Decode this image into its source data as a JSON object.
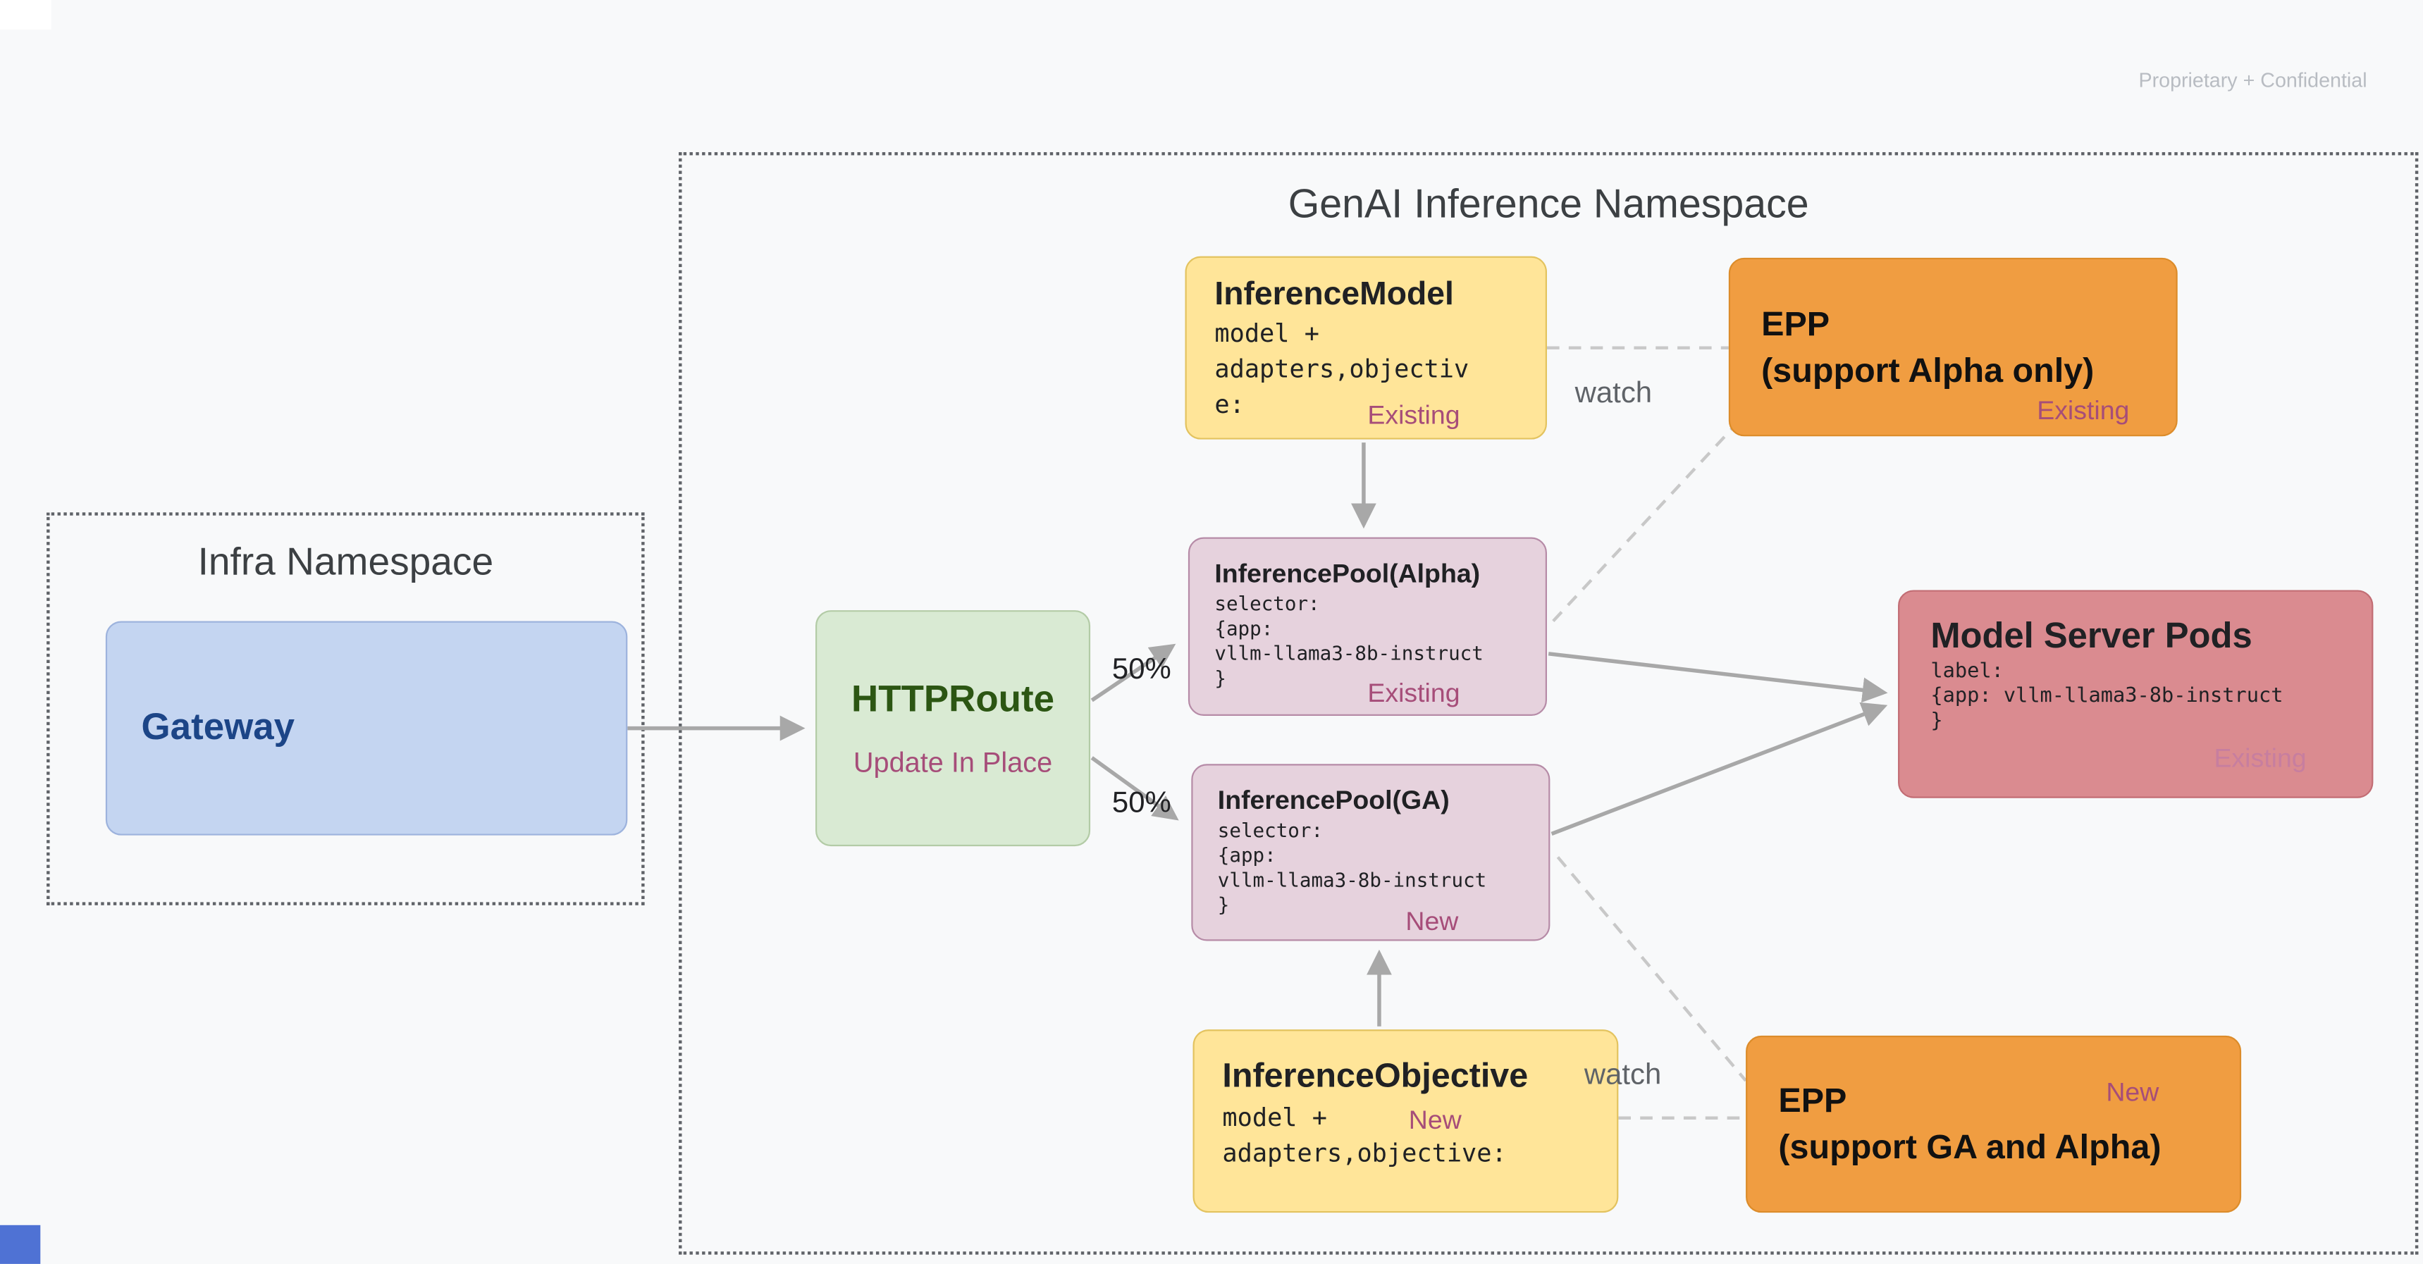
{
  "page": {
    "watermark": "Proprietary + Confidential"
  },
  "namespaces": {
    "infra": {
      "title": "Infra Namespace"
    },
    "genai": {
      "title": "GenAI Inference Namespace"
    }
  },
  "nodes": {
    "gateway": {
      "title": "Gateway"
    },
    "httproute": {
      "title": "HTTPRoute",
      "subtitle": "Update In Place"
    },
    "inference_model": {
      "title": "InferenceModel",
      "code": "model +\nadapters,objectiv\ne:",
      "badge": "Existing"
    },
    "epp_alpha": {
      "title": "EPP",
      "subtitle": "(support Alpha only)",
      "badge": "Existing"
    },
    "pool_alpha": {
      "title": "InferencePool(Alpha)",
      "code": "selector:\n{app:\nvllm-llama3-8b-instruct\n}",
      "badge": "Existing"
    },
    "pool_ga": {
      "title": "InferencePool(GA)",
      "code": "selector:\n{app:\nvllm-llama3-8b-instruct\n}",
      "badge": "New"
    },
    "model_server_pods": {
      "title": "Model Server Pods",
      "code": "label:\n{app: vllm-llama3-8b-instruct\n}",
      "badge": "Existing"
    },
    "inference_objective": {
      "title": "InferenceObjective",
      "code": "model +\nadapters,objective:",
      "badge": "New"
    },
    "epp_ga": {
      "title": "EPP",
      "subtitle": "(support GA and Alpha)",
      "badge": "New"
    }
  },
  "edge_labels": {
    "split_top": "50%",
    "split_bottom": "50%",
    "watch_top": "watch",
    "watch_bottom": "watch"
  },
  "colors": {
    "background": "#f8f9fa",
    "gateway_fill": "#c4d5f1",
    "httproute_fill": "#d9ead3",
    "yellow_fill": "#ffe599",
    "orange_fill": "#f09d41",
    "pool_fill": "#e6d2dd",
    "pods_fill": "#da8b90",
    "badge_color": "#a64d79",
    "arrow_color": "#a8a8a8"
  }
}
